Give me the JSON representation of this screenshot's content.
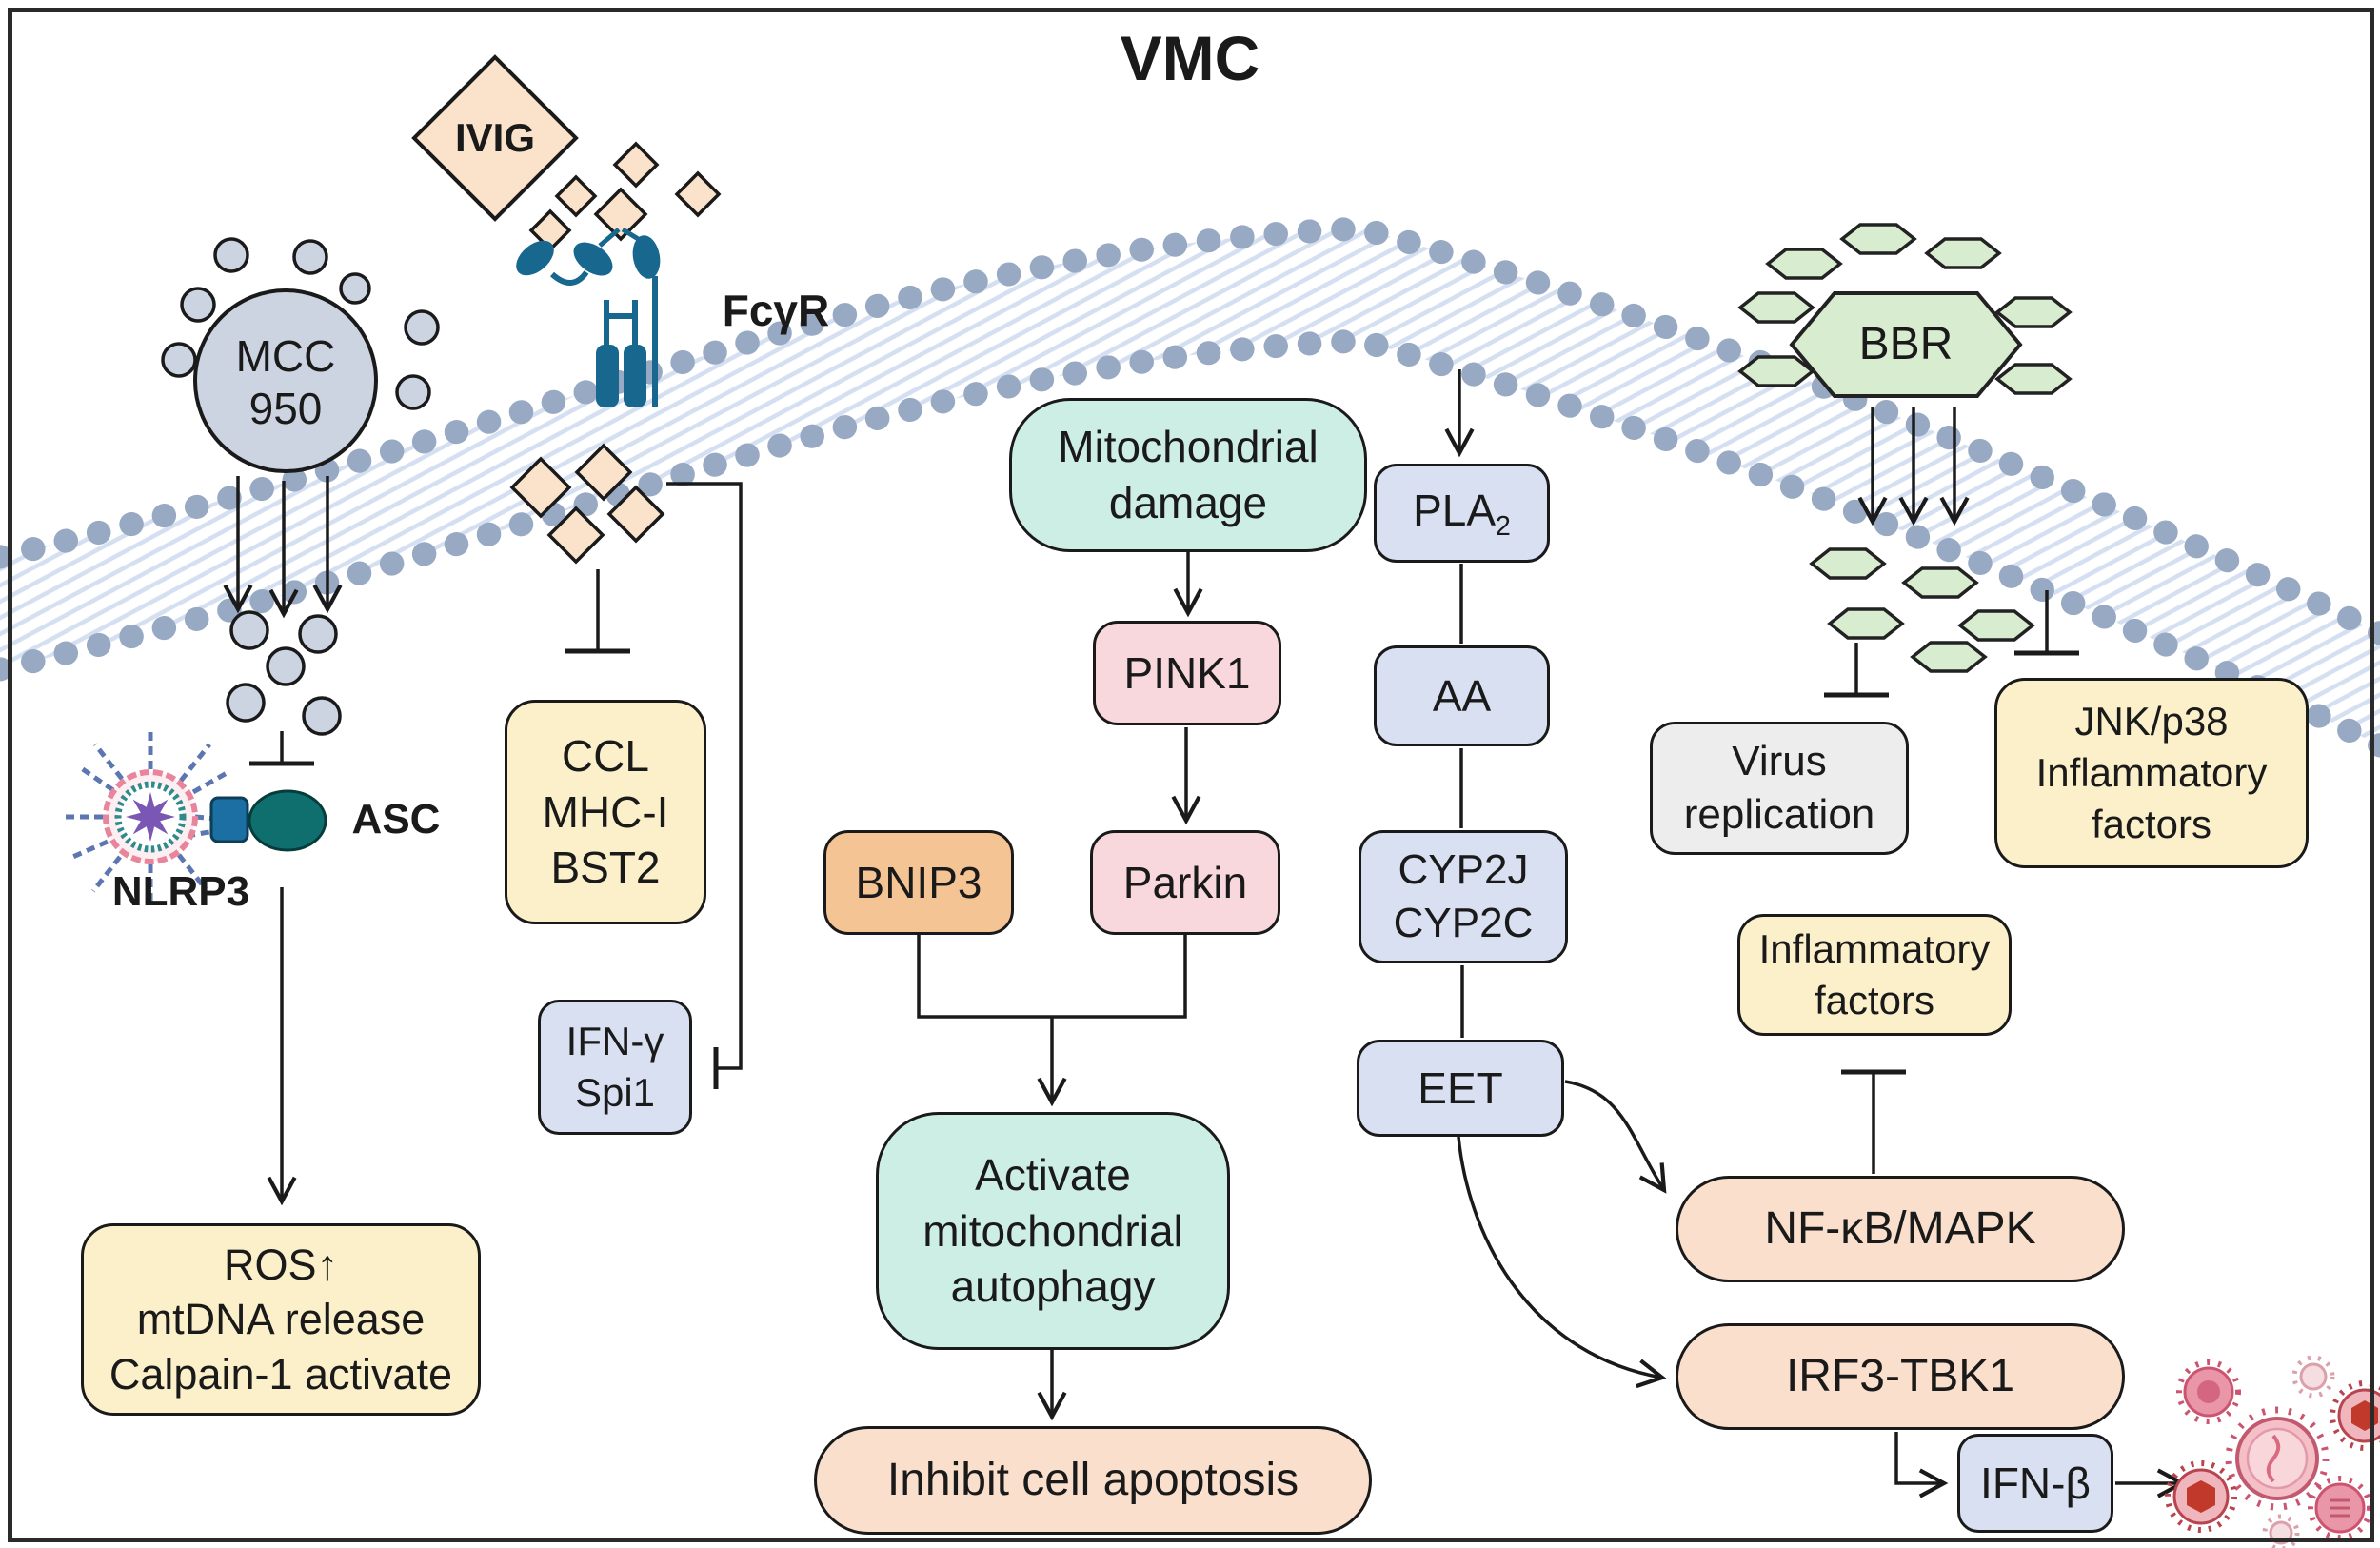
{
  "title": "VMC",
  "colors": {
    "yellow_box": "#fbf0c9",
    "lavender_box": "#d8e0f2",
    "mint_box": "#cdeee5",
    "pink_box": "#f8d7dd",
    "orange_box": "#f4c495",
    "peach_pill": "#f9dfcc",
    "gray_box": "#ededed",
    "diamond_fill": "#fbe3cb",
    "hexagon_fill": "#d8ecd0",
    "membrane_dot": "#97a9c3",
    "receptor_teal": "#17678f",
    "asc_teal": "#0f6f6e",
    "asc_square_blue": "#1b6fa3",
    "circle_gray": "#ccd4e1",
    "virus_pink": "#cc5470",
    "nlrp3_spike_blue": "#5b76b0",
    "nlrp3_ring_pink": "#e8849c",
    "nlrp3_ring_teal": "#2f8b8b",
    "nlrp3_star_purple": "#7a57b5"
  },
  "icons": {
    "membrane": "lipid-bilayer-arc",
    "mcc950": "circle-with-satellite-circles",
    "ivig": "diamond-cluster",
    "fcgr": "y-shaped-receptor",
    "nlrp3": "spiky-virus-particle",
    "asc": "square-and-blob",
    "bbr": "hexagon-cluster",
    "virus": "virus-particle-cluster"
  },
  "nodes": {
    "mcc950": {
      "lines": [
        "MCC",
        "950"
      ]
    },
    "nlrp3_label": "NLRP3",
    "asc_label": "ASC",
    "ros": {
      "lines": [
        "ROS↑",
        "mtDNA release",
        "Calpain-1 activate"
      ]
    },
    "ivig": "IVIG",
    "fcgr": "FcγR",
    "ccl": {
      "lines": [
        "CCL",
        "MHC-I",
        "BST2"
      ]
    },
    "ifng": {
      "lines": [
        "IFN-γ",
        "Spi1"
      ]
    },
    "mito_damage": {
      "lines": [
        "Mitochondrial",
        "damage"
      ]
    },
    "pink1": "PINK1",
    "parkin": "Parkin",
    "bnip3": "BNIP3",
    "autophagy": {
      "lines": [
        "Activate",
        "mitochondrial",
        "autophagy"
      ]
    },
    "apoptosis": "Inhibit cell apoptosis",
    "pla2": {
      "main": "PLA",
      "sub": "2"
    },
    "aa": "AA",
    "cyp": {
      "lines": [
        "CYP2J",
        "CYP2C"
      ]
    },
    "eet": "EET",
    "nfkb": "NF-κB/MAPK",
    "irf3": "IRF3-TBK1",
    "ifnb": "IFN-β",
    "inflammatory": {
      "lines": [
        "Inflammatory",
        "factors"
      ]
    },
    "bbr": "BBR",
    "virus_replication": {
      "lines": [
        "Virus",
        "replication"
      ]
    },
    "jnk": {
      "lines": [
        "JNK/p38",
        "Inflammatory",
        "factors"
      ]
    }
  }
}
